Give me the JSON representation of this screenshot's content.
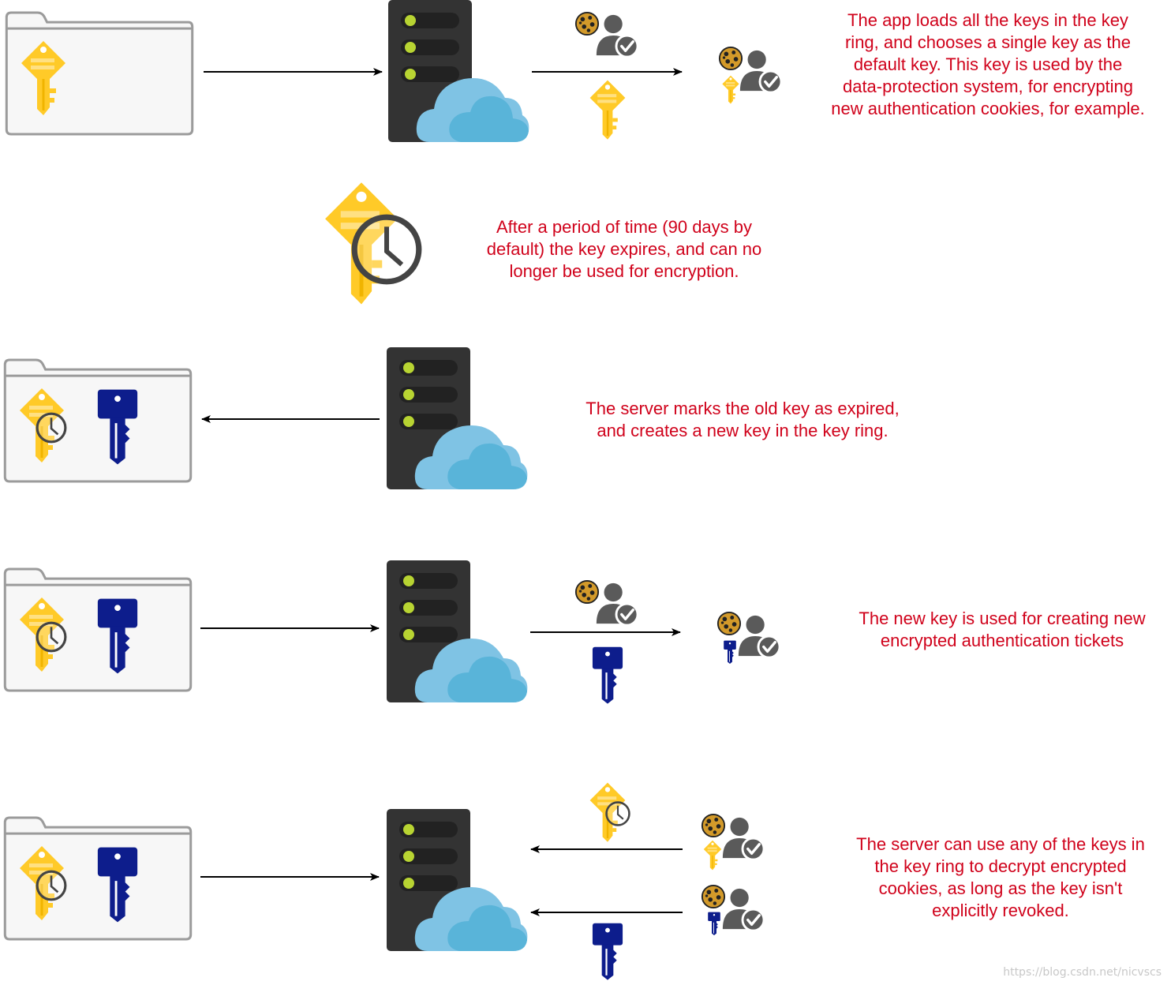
{
  "captions": {
    "step1": "The app loads all the keys in the key\nring, and chooses a single key as the\ndefault key. This key is used by the\ndata-protection system, for encrypting\nnew authentication cookies, for example.",
    "step2": "After a period of time (90 days by\ndefault) the key expires, and can no\nlonger be used for encryption.",
    "step3": "The server marks the old key as expired,\nand creates a new key in the key ring.",
    "step4": "The new key is used for creating new\nencrypted authentication tickets",
    "step5": "The server can use any of the keys in\nthe key ring to decrypt encrypted\ncookies, as long as the key isn't\nexplicitly revoked."
  },
  "watermark": "https://blog.csdn.net/nicvscs",
  "colors": {
    "caption_text": "#d0021b",
    "old_key": "#ffca28",
    "new_key": "#0d1d8c",
    "server": "#333333",
    "server_led": "#b8d432",
    "cloud_light": "#7fc3e4",
    "cloud_dark": "#59b4d9",
    "folder_border": "#9b9b9b",
    "user": "#5a5a5a"
  },
  "icons": [
    "folder-icon",
    "key-icon",
    "clock-icon",
    "server-icon",
    "cloud-icon",
    "cookie-icon",
    "user-check-icon",
    "arrow-icon"
  ]
}
